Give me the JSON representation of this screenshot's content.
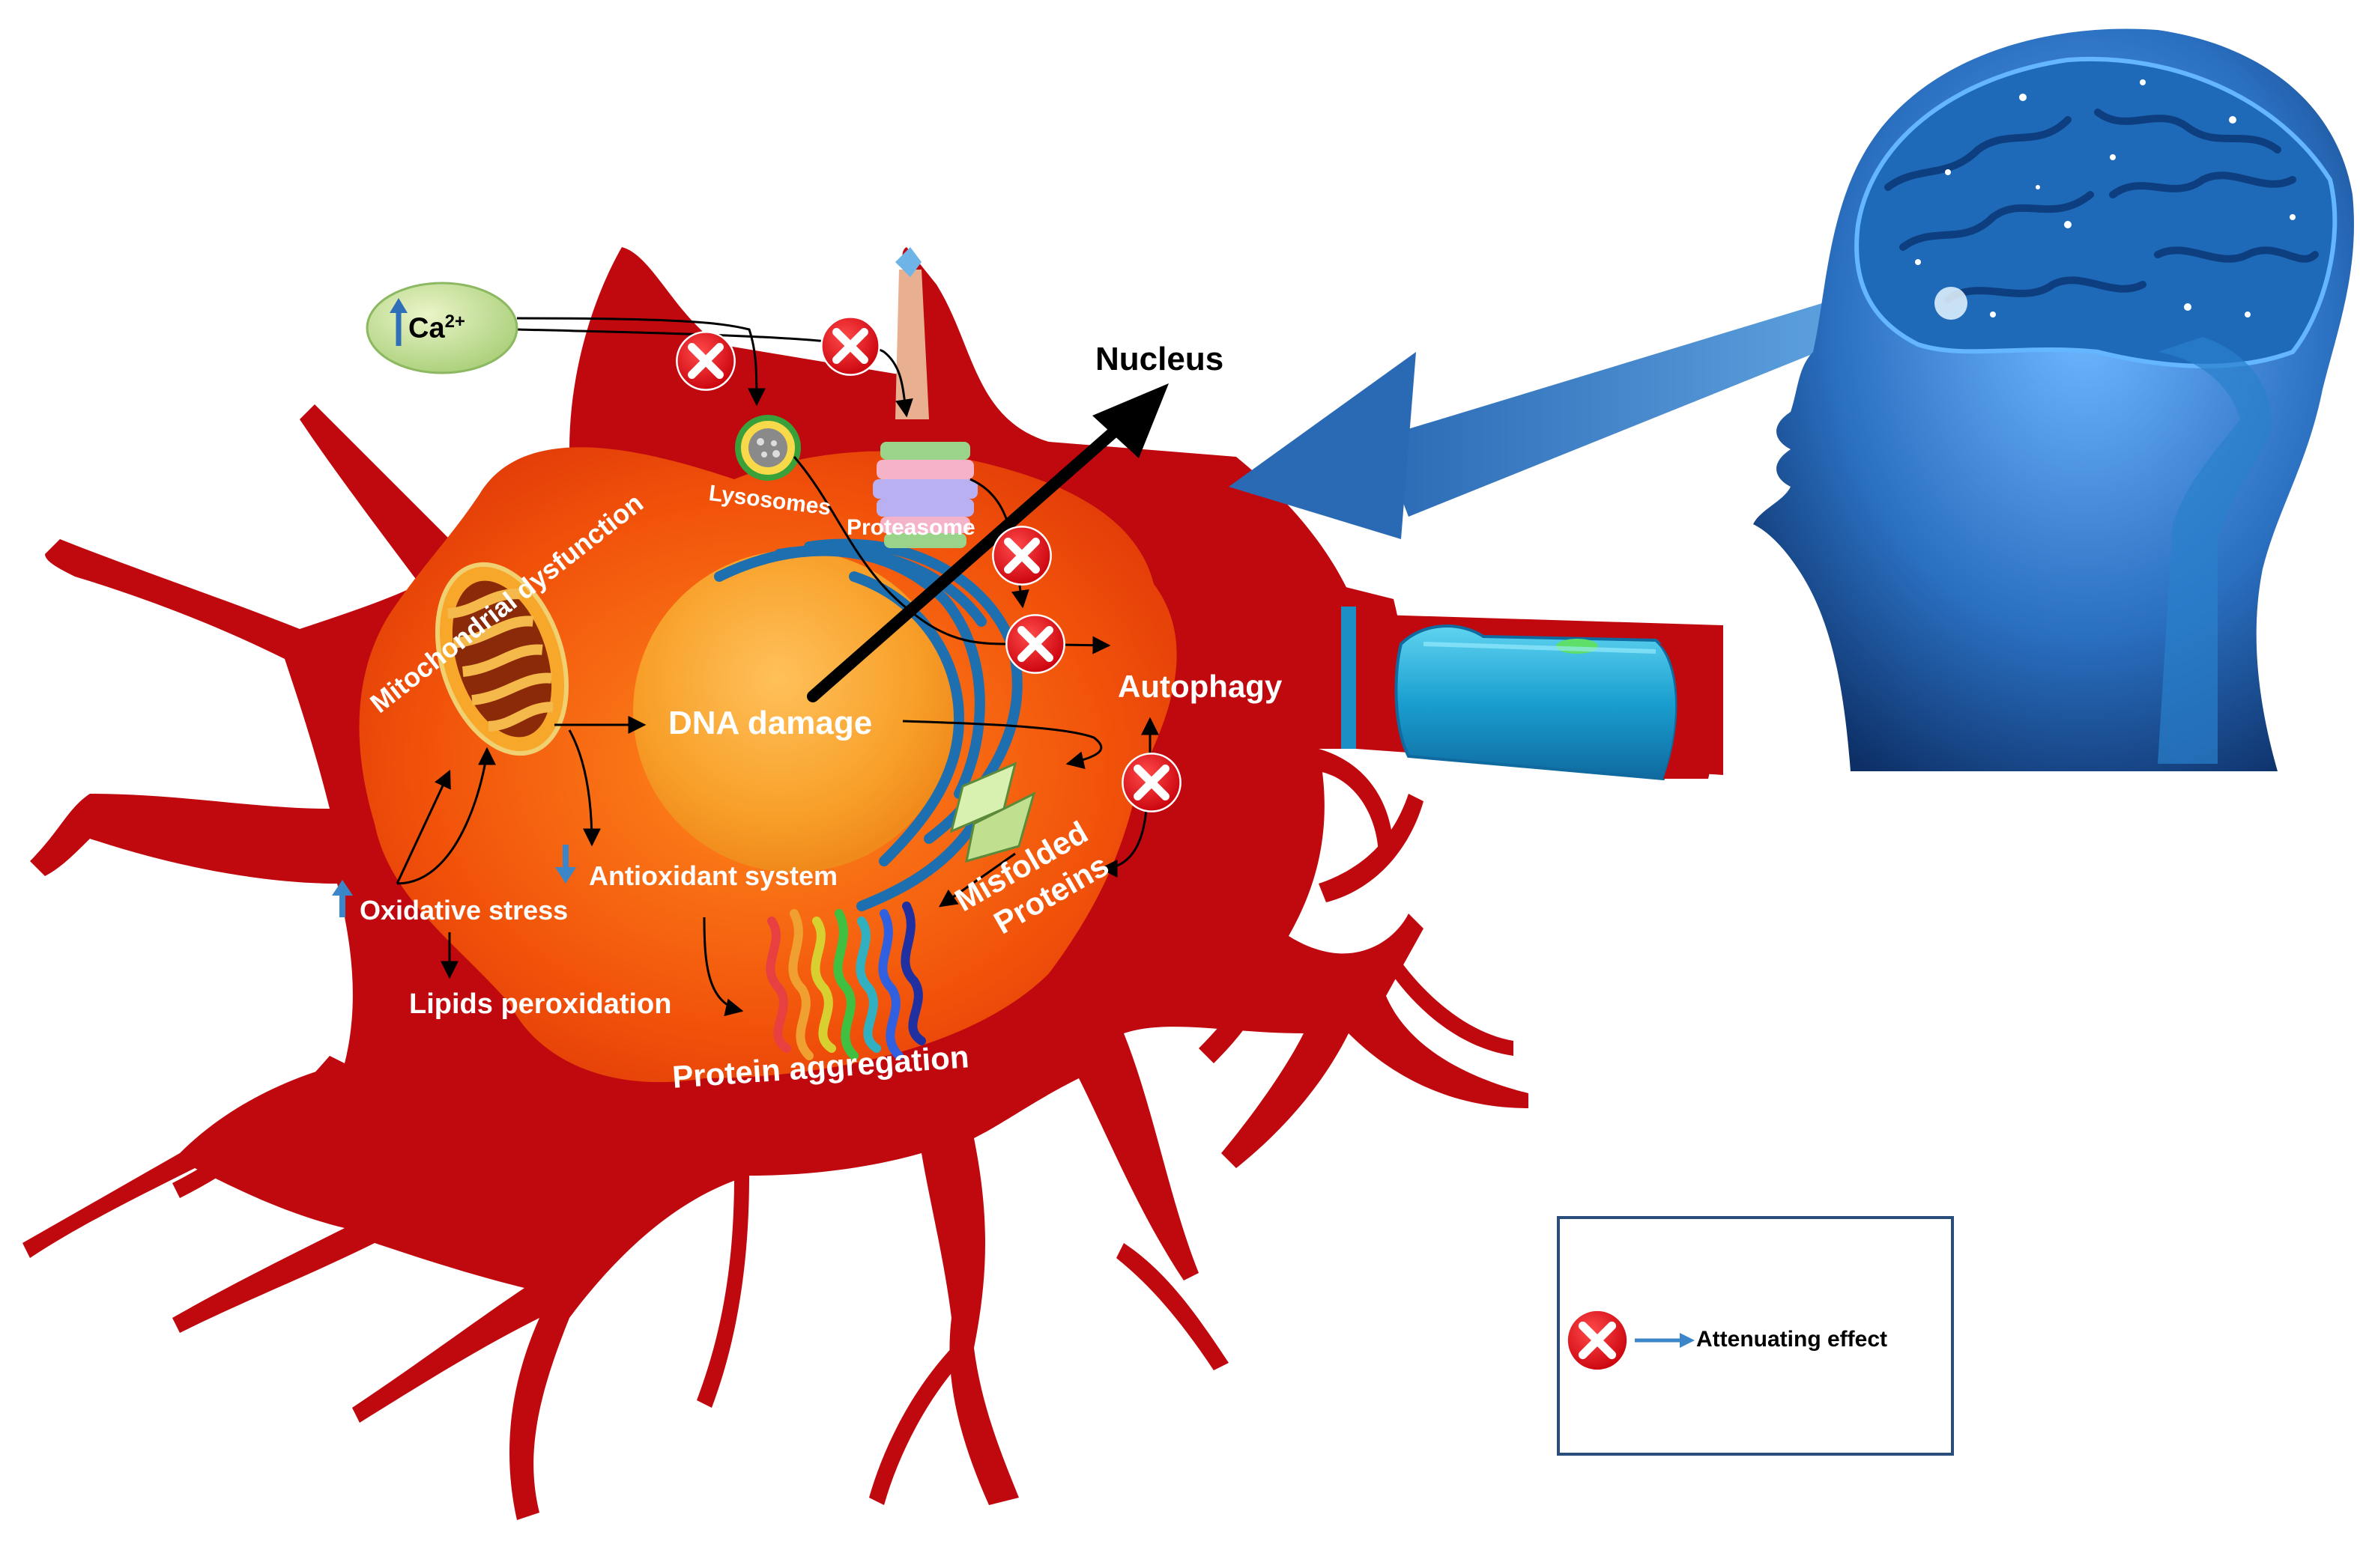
{
  "labels": {
    "calcium": "Ca",
    "calcium_charge": "2+",
    "nucleus": "Nucleus",
    "lysosomes": "Lysosomes",
    "proteasome": "Proteasome",
    "mitochondrial_dysfunction": "Mitochondrial dysfunction",
    "dna_damage": "DNA damage",
    "autophagy": "Autophagy",
    "antioxidant_system": "Antioxidant system",
    "oxidative_stress": "Oxidative stress",
    "lipids_peroxidation": "Lipids peroxidation",
    "misfolded_line1": "Misfolded",
    "misfolded_line2": "Proteins",
    "protein_aggregation": "Protein aggregation"
  },
  "legend": {
    "text": "Attenuating effect"
  },
  "colors": {
    "neuron": "#c0090e",
    "cytoplasm": "#f15a0a",
    "nucleus": "#f7961d",
    "er_blue": "#1e6fb0",
    "head_blue": "#1c5a9e",
    "inhibit_red": "#e30613",
    "legend_border": "#2a4d7c",
    "arrow_blue": "#3b86c9"
  },
  "icons": [
    "inhibit-x-icon",
    "up-arrow-icon",
    "down-arrow-icon",
    "mitochondrion-icon",
    "lysosome-icon",
    "proteasome-icon",
    "protein-structure-icon",
    "brain-head-icon"
  ]
}
